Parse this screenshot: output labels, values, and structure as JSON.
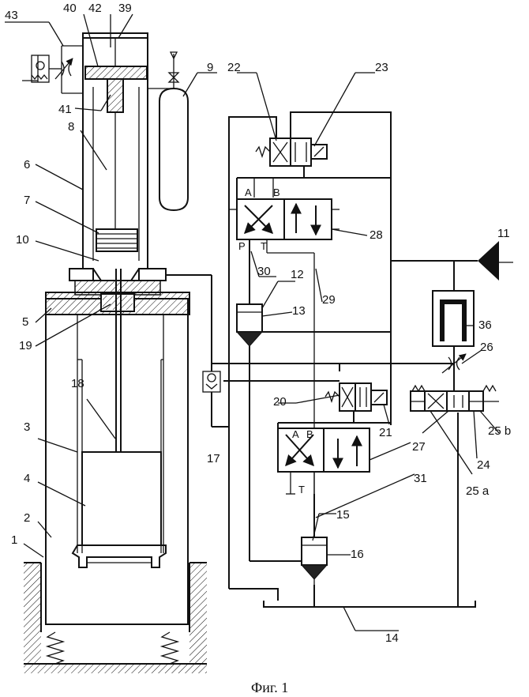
{
  "caption": "Фиг. 1",
  "ports": {
    "valve28": {
      "a": "A",
      "b": "B",
      "p": "P",
      "t": "T"
    },
    "valve27": {
      "a": "A",
      "b": "B",
      "t": "T"
    }
  },
  "labels": [
    {
      "id": "n1",
      "text": "1"
    },
    {
      "id": "n2",
      "text": "2"
    },
    {
      "id": "n3",
      "text": "3"
    },
    {
      "id": "n4",
      "text": "4"
    },
    {
      "id": "n5",
      "text": "5"
    },
    {
      "id": "n6",
      "text": "6"
    },
    {
      "id": "n7",
      "text": "7"
    },
    {
      "id": "n8",
      "text": "8"
    },
    {
      "id": "n9",
      "text": "9"
    },
    {
      "id": "n10",
      "text": "10"
    },
    {
      "id": "n11",
      "text": "11"
    },
    {
      "id": "n12",
      "text": "12"
    },
    {
      "id": "n13",
      "text": "13"
    },
    {
      "id": "n14",
      "text": "14"
    },
    {
      "id": "n15",
      "text": "15"
    },
    {
      "id": "n16",
      "text": "16"
    },
    {
      "id": "n17",
      "text": "17"
    },
    {
      "id": "n18",
      "text": "18"
    },
    {
      "id": "n19",
      "text": "19"
    },
    {
      "id": "n20",
      "text": "20"
    },
    {
      "id": "n21",
      "text": "21"
    },
    {
      "id": "n22",
      "text": "22"
    },
    {
      "id": "n23",
      "text": "23"
    },
    {
      "id": "n24",
      "text": "24"
    },
    {
      "id": "n25a",
      "text": "25 a"
    },
    {
      "id": "n25b",
      "text": "25 b"
    },
    {
      "id": "n26",
      "text": "26"
    },
    {
      "id": "n27",
      "text": "27"
    },
    {
      "id": "n28",
      "text": "28"
    },
    {
      "id": "n29",
      "text": "29"
    },
    {
      "id": "n30",
      "text": "30"
    },
    {
      "id": "n31",
      "text": "31"
    },
    {
      "id": "n36",
      "text": "36"
    },
    {
      "id": "n39",
      "text": "39"
    },
    {
      "id": "n40",
      "text": "40"
    },
    {
      "id": "n41",
      "text": "41"
    },
    {
      "id": "n42",
      "text": "42"
    },
    {
      "id": "n43",
      "text": "43"
    }
  ]
}
